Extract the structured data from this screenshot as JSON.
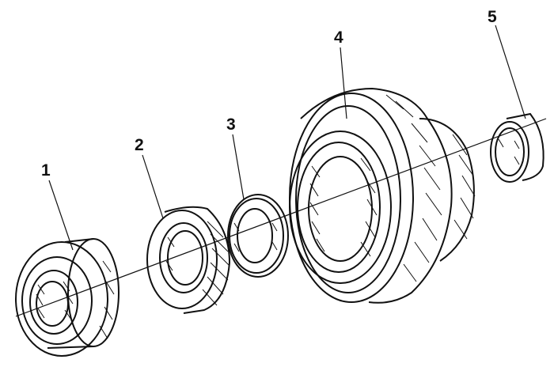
{
  "diagram": {
    "colors": {
      "ink": "#111111",
      "paper": "#ffffff"
    },
    "parts": [
      {
        "id": "part-1",
        "label": "1"
      },
      {
        "id": "part-2",
        "label": "2"
      },
      {
        "id": "part-3",
        "label": "3"
      },
      {
        "id": "part-4",
        "label": "4"
      },
      {
        "id": "part-5",
        "label": "5"
      }
    ]
  }
}
